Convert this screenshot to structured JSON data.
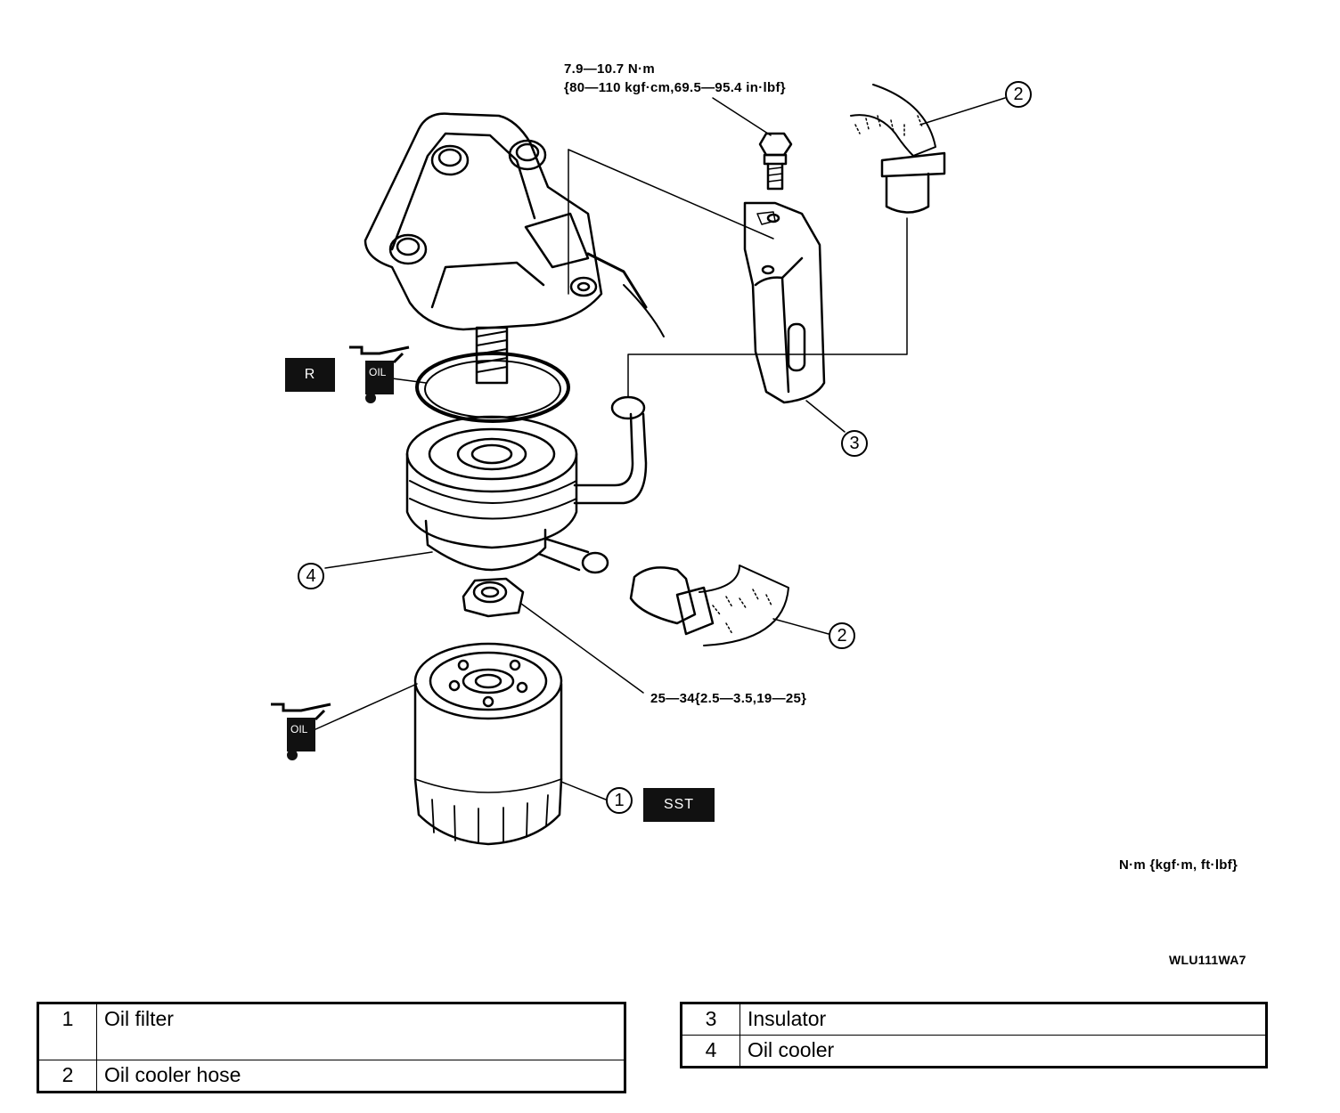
{
  "diagram": {
    "torque_bolt_line1": "7.9—10.7 N·m",
    "torque_bolt_line2": "{80—110 kgf·cm,69.5—95.4 in·lbf}",
    "torque_nut": "25—34{2.5—3.5,19—25}",
    "units_note": "N·m {kgf·m, ft·lbf}",
    "figure_code": "WLU111WA7",
    "callouts": [
      "1",
      "2",
      "2",
      "3",
      "4"
    ],
    "tag_replace": "R",
    "tag_sst": "SST",
    "oil_label": "OIL"
  },
  "parts_table_left": [
    {
      "number": "1",
      "name": "Oil filter"
    },
    {
      "number": "2",
      "name": "Oil cooler hose"
    }
  ],
  "parts_table_right": [
    {
      "number": "3",
      "name": "Insulator"
    },
    {
      "number": "4",
      "name": "Oil cooler"
    }
  ]
}
